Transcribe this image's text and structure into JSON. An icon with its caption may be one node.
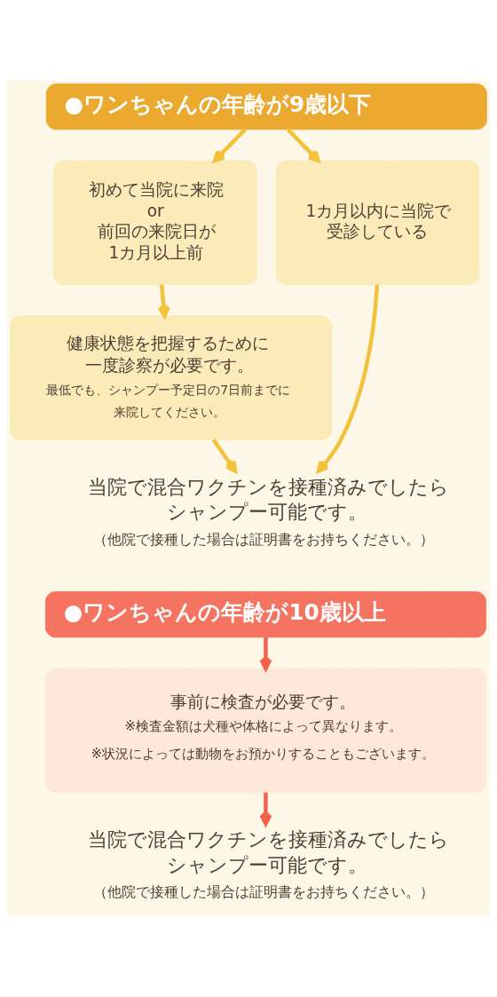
{
  "diagram": {
    "nodes": [
      {
        "text": [
          "●ワンちゃんの年齢が9歳以下"
        ]
      },
      {
        "text": [
          "初めて当院に来院 or 前回の来院日が1カ月以上前"
        ]
      },
      {
        "text": [
          "1カ月以内に当院で受診している"
        ]
      },
      {
        "text": [
          "健康状態を把握するために一度診察が必要です。",
          "最低でも、シャンプー予定日の7日前までに来院してください。"
        ]
      },
      {
        "text": [
          "当院で混合ワクチンを接種済みでしたらシャンプー可能です。",
          "（他院で接種した場合は証明書をお持ちください。）"
        ]
      },
      {
        "text": [
          "●ワンちゃんの年齢が10歳以上"
        ]
      },
      {
        "text": [
          "事前に検査が必要です。",
          "※検査金額は犬種や体格によって異なります。",
          "※状況によっては動物をお預かりすることもございます。"
        ]
      },
      {
        "text": [
          "当院で混合ワクチンを接種済みでしたらシャンプー可能です。",
          "（他院で接種した場合は証明書をお持ちください。）"
        ]
      }
    ],
    "edges": [
      {
        "from": 0,
        "to": 1,
        "arrow": "to"
      },
      {
        "from": 0,
        "to": 2,
        "arrow": "to"
      },
      {
        "from": 1,
        "to": 3,
        "arrow": "to"
      },
      {
        "from": 3,
        "to": 4,
        "arrow": "to"
      },
      {
        "from": 2,
        "to": 4,
        "arrow": "to"
      },
      {
        "from": 5,
        "to": 6,
        "arrow": "to",
        "color": "#f4604a"
      },
      {
        "from": 6,
        "to": 7,
        "arrow": "to",
        "color": "#f4604a"
      }
    ]
  }
}
